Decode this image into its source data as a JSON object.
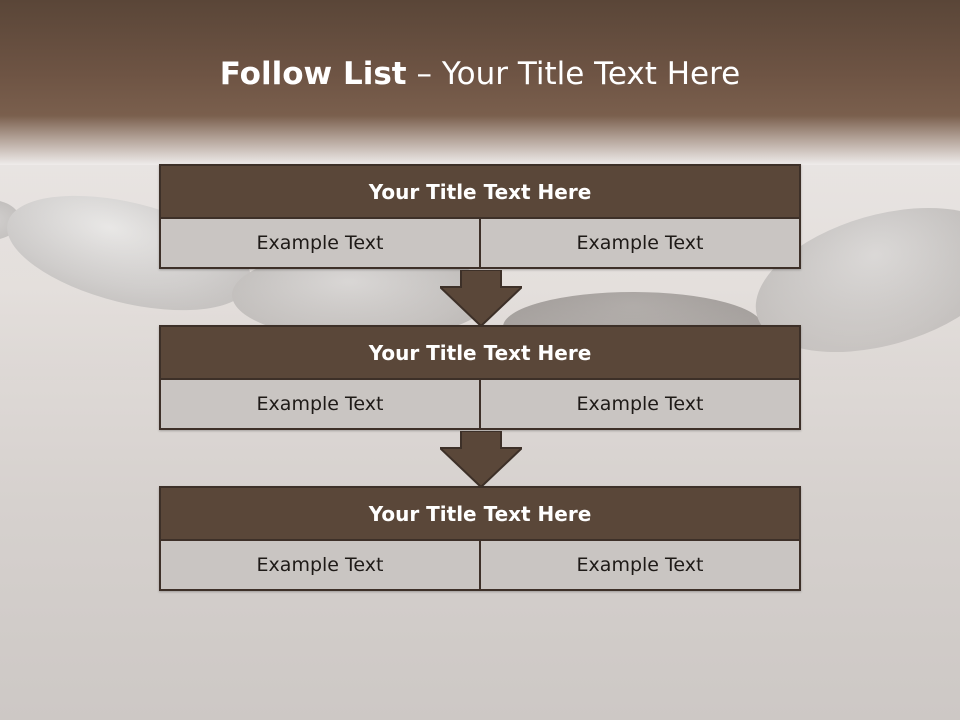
{
  "slide": {
    "title_bold": "Follow List",
    "title_rest": " – Your Title Text Here"
  },
  "steps": [
    {
      "title": "Your Title Text Here",
      "items": [
        "Example Text",
        "Example Text"
      ]
    },
    {
      "title": "Your Title Text Here",
      "items": [
        "Example Text",
        "Example Text"
      ]
    },
    {
      "title": "Your Title Text Here",
      "items": [
        "Example Text",
        "Example Text"
      ]
    }
  ],
  "colors": {
    "header_brown": "#5a4739",
    "cell_gray": "#c9c5c2",
    "border_dark": "#3d3028"
  },
  "icons": [
    "down-arrow-icon",
    "down-arrow-icon"
  ]
}
